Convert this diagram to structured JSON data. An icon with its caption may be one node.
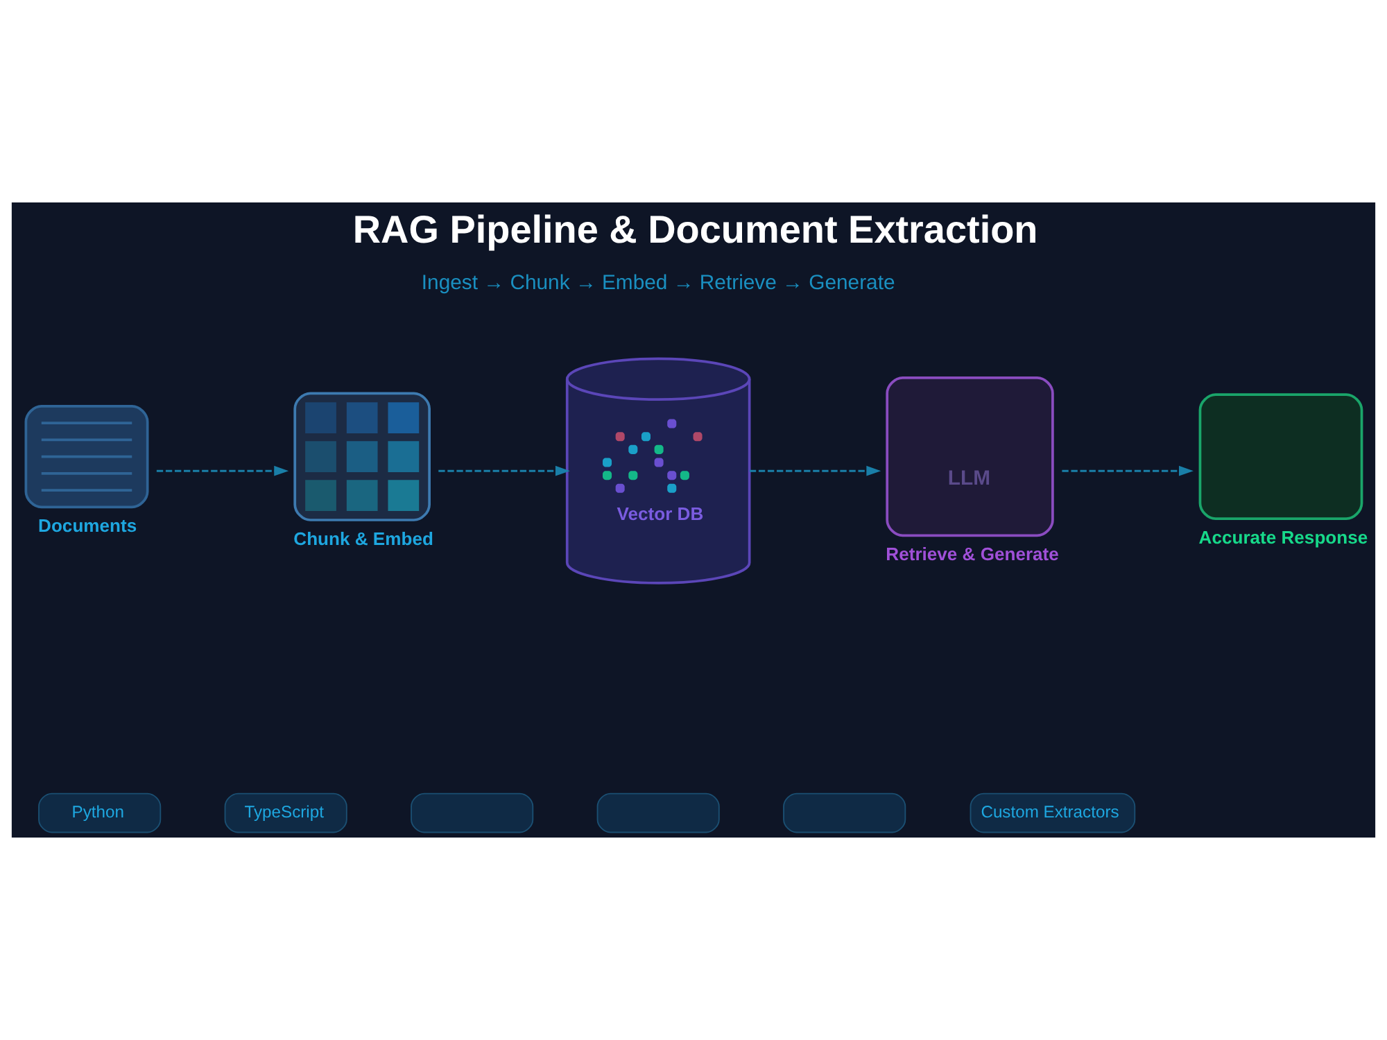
{
  "diagram": {
    "title": "RAG Pipeline & Document Extraction",
    "nodes": [
      {
        "text": [
          "Documents"
        ]
      },
      {
        "text": [
          "Chunk & Embed"
        ]
      },
      {
        "text": [
          "Vector DB"
        ]
      },
      {
        "text": [
          "LLM",
          "Retrieve & Generate"
        ]
      },
      {
        "text": [
          "Accurate Response"
        ]
      },
      {
        "text": [
          "Python"
        ]
      },
      {
        "text": [
          "TypeScript"
        ]
      },
      {
        "text": [],
        "shape": "box"
      },
      {
        "text": [],
        "shape": "box"
      },
      {
        "text": [],
        "shape": "box"
      },
      {
        "text": [
          "Custom Extractors"
        ]
      }
    ],
    "edges": [
      {
        "from": 0,
        "to": 1,
        "arrow": "to",
        "style": "dashed"
      },
      {
        "from": 1,
        "to": 2,
        "arrow": "to",
        "style": "dashed"
      },
      {
        "from": 2,
        "to": 3,
        "arrow": "to",
        "style": "dashed"
      },
      {
        "from": 3,
        "to": 4,
        "arrow": "to",
        "style": "dashed"
      }
    ],
    "labels": [
      "Ingest → Chunk → Embed → Retrieve → Generate"
    ]
  }
}
